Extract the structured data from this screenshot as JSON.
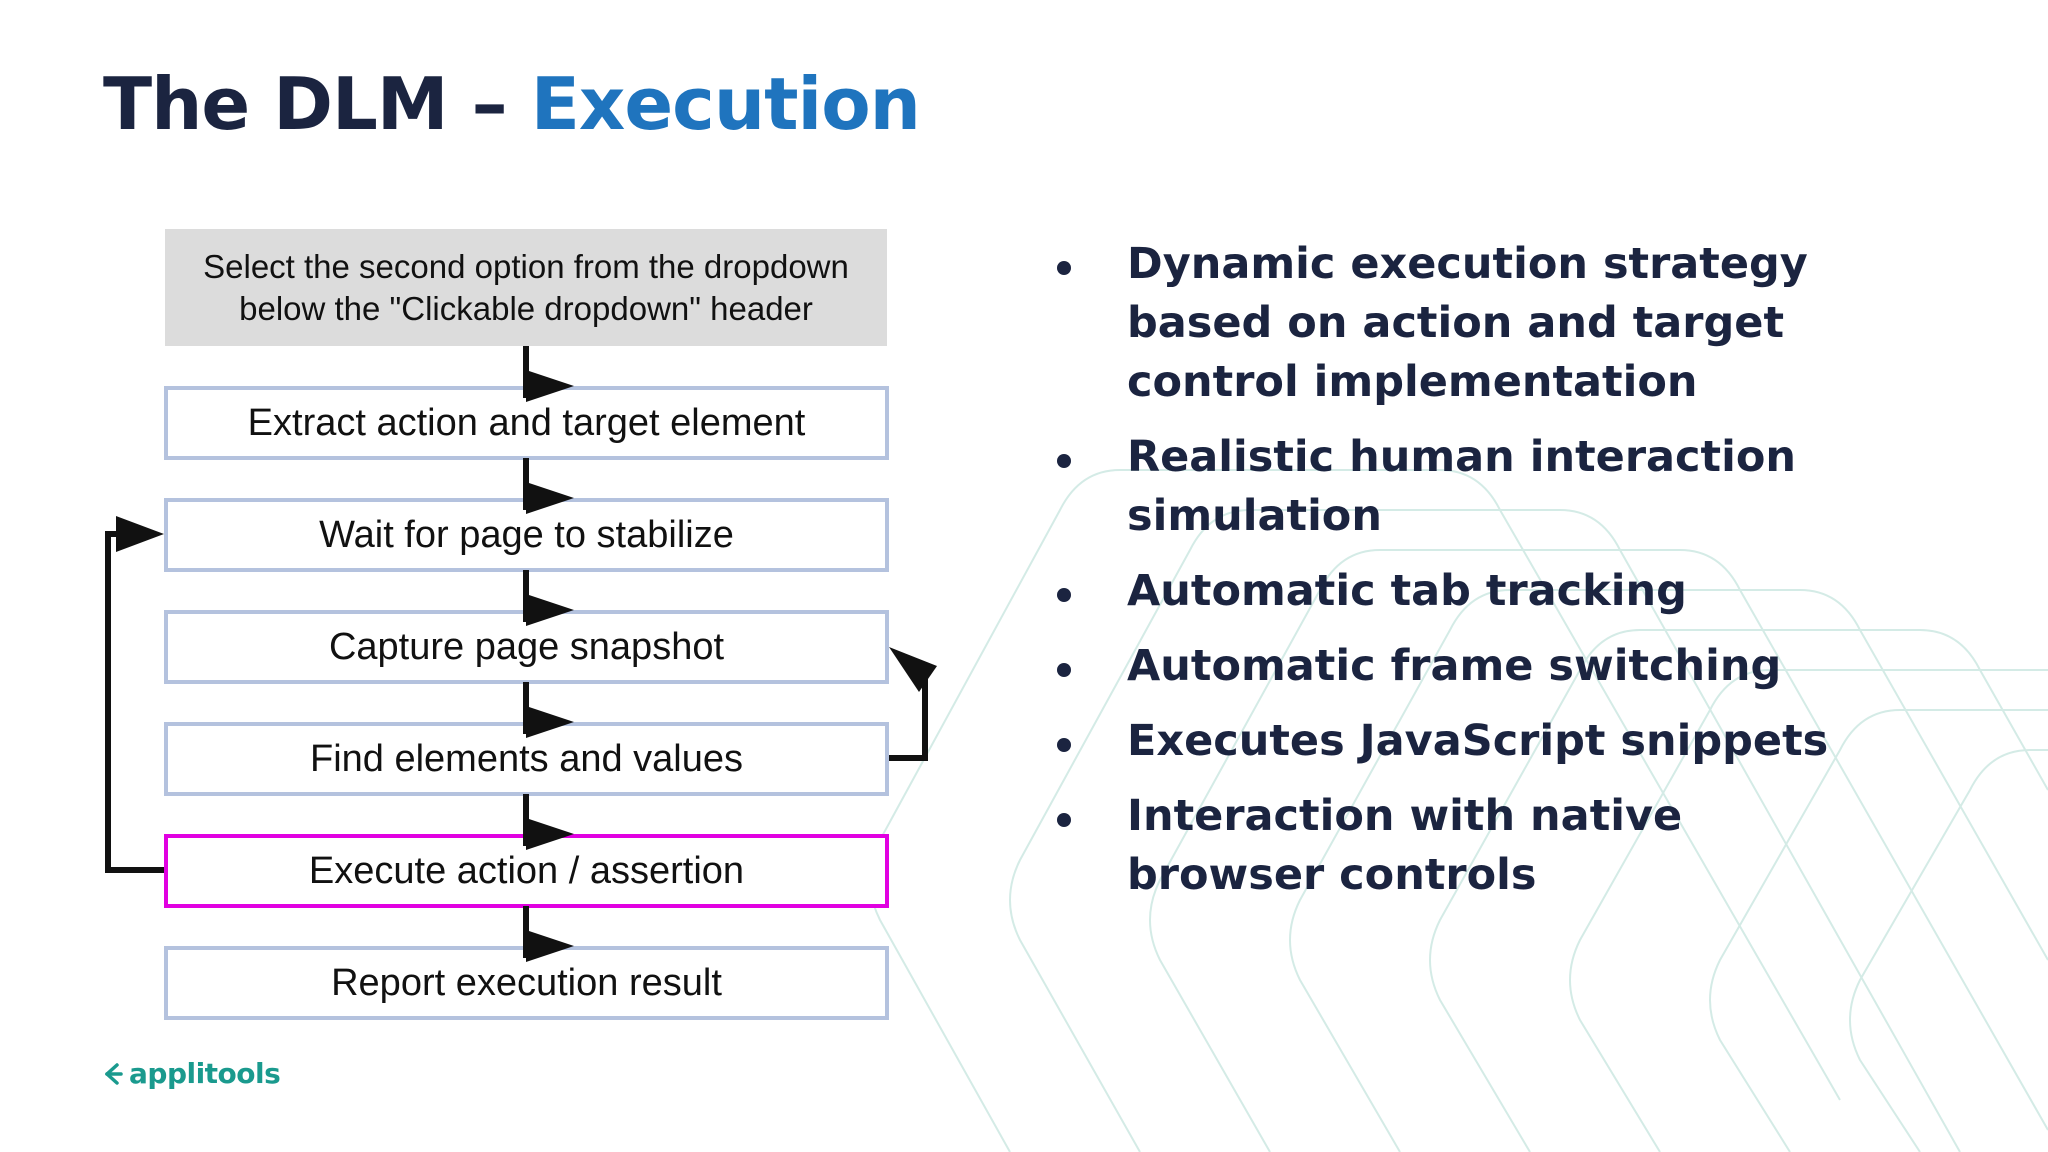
{
  "slide": {
    "title_main": "The DLM –",
    "title_accent": "Execution"
  },
  "flow": {
    "request": "Select the second option from the dropdown below the \"Clickable dropdown\" header",
    "steps": [
      {
        "label": "Extract action and target element"
      },
      {
        "label": "Wait for page to stabilize"
      },
      {
        "label": "Capture page snapshot"
      },
      {
        "label": "Find elements and values"
      },
      {
        "label": "Execute action / assertion",
        "highlighted": true
      },
      {
        "label": "Report execution result"
      }
    ]
  },
  "bullets": [
    "Dynamic execution strategy based on action and target control implementation",
    "Realistic human interaction simulation",
    "Automatic tab tracking",
    "Automatic frame switching",
    "Executes JavaScript snippets",
    "Interaction with native browser controls"
  ],
  "logo": {
    "icon": "applitools-logo-icon",
    "text": "applitools"
  },
  "colors": {
    "title": "#1b2440",
    "accent": "#1f74be",
    "step_border": "#b4c2de",
    "highlight_border": "#e100e1",
    "request_bg": "#dcdcdc",
    "logo": "#1a9a8e",
    "pattern": "#d4ebe6"
  }
}
